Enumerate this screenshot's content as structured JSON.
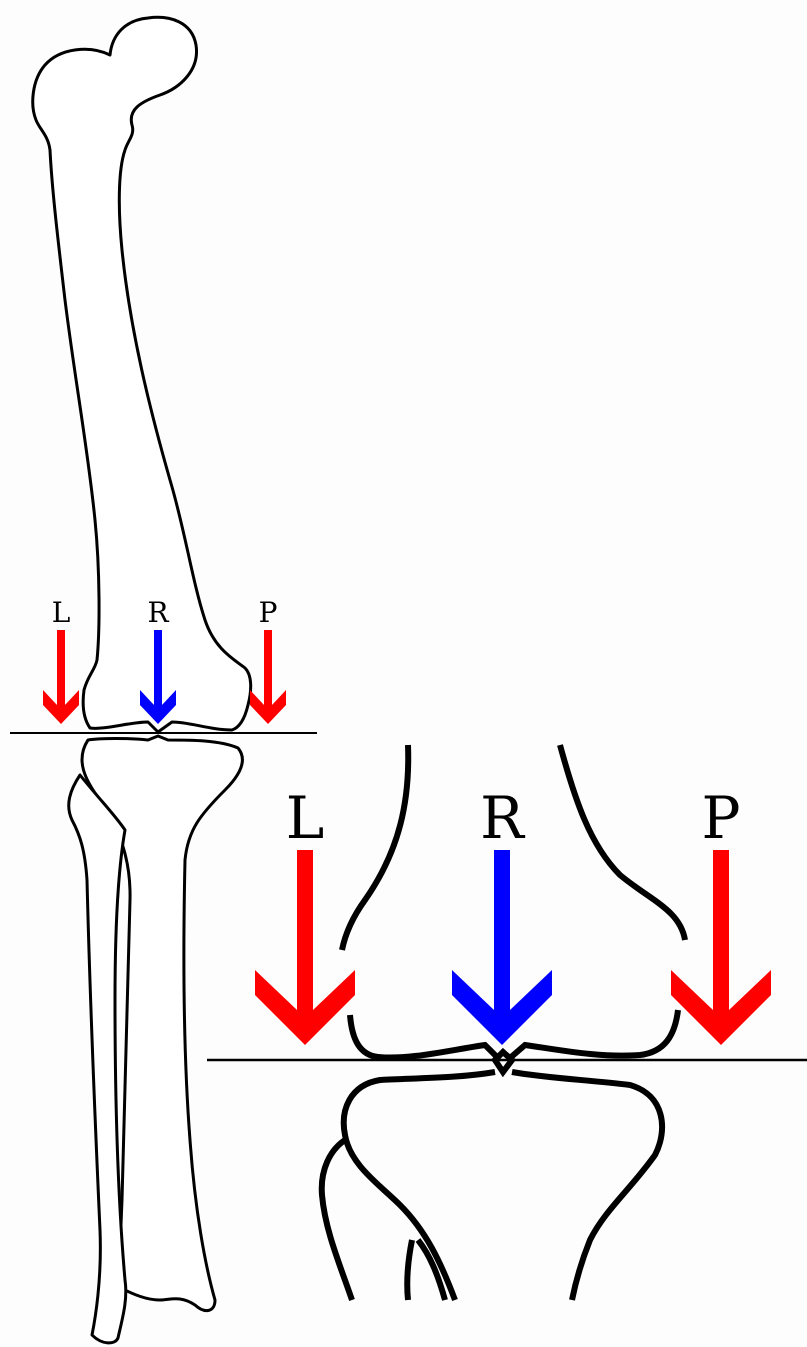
{
  "labels": {
    "left": "L",
    "right": "R",
    "posterior": "P"
  },
  "colors": {
    "left_arrow": "#ff0000",
    "right_arrow": "#0000ff",
    "posterior_arrow": "#ff0000",
    "outline": "#000000",
    "background": "#fdfdfd"
  },
  "icons": {
    "left_arrow": "down-arrow-icon",
    "right_arrow": "down-arrow-icon",
    "posterior_arrow": "down-arrow-icon"
  }
}
